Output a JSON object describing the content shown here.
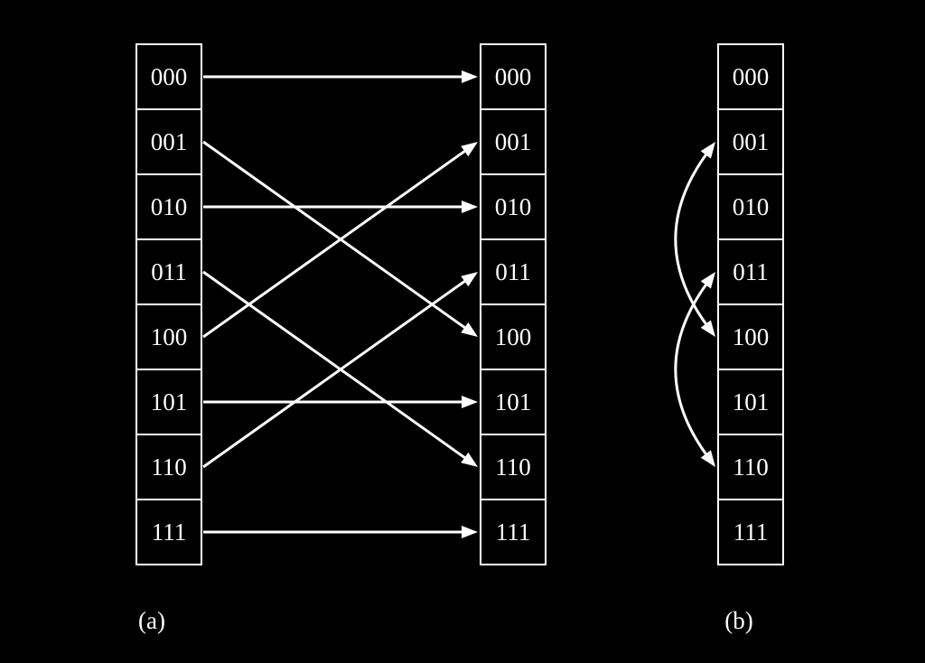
{
  "columns": [
    {
      "id": "a-source",
      "labels": [
        "000",
        "001",
        "010",
        "011",
        "100",
        "101",
        "110",
        "111"
      ]
    },
    {
      "id": "a-target",
      "labels": [
        "000",
        "001",
        "010",
        "011",
        "100",
        "101",
        "110",
        "111"
      ]
    },
    {
      "id": "b",
      "labels": [
        "000",
        "001",
        "010",
        "011",
        "100",
        "101",
        "110",
        "111"
      ]
    }
  ],
  "captions": {
    "a": "(a)",
    "b": "(b)"
  },
  "mappings_a": [
    {
      "from": "000",
      "to": "000"
    },
    {
      "from": "001",
      "to": "100"
    },
    {
      "from": "010",
      "to": "010"
    },
    {
      "from": "011",
      "to": "110"
    },
    {
      "from": "100",
      "to": "001"
    },
    {
      "from": "101",
      "to": "101"
    },
    {
      "from": "110",
      "to": "011"
    },
    {
      "from": "111",
      "to": "111"
    }
  ],
  "swaps_b": [
    {
      "between": [
        "001",
        "100"
      ]
    },
    {
      "between": [
        "011",
        "110"
      ]
    }
  ]
}
